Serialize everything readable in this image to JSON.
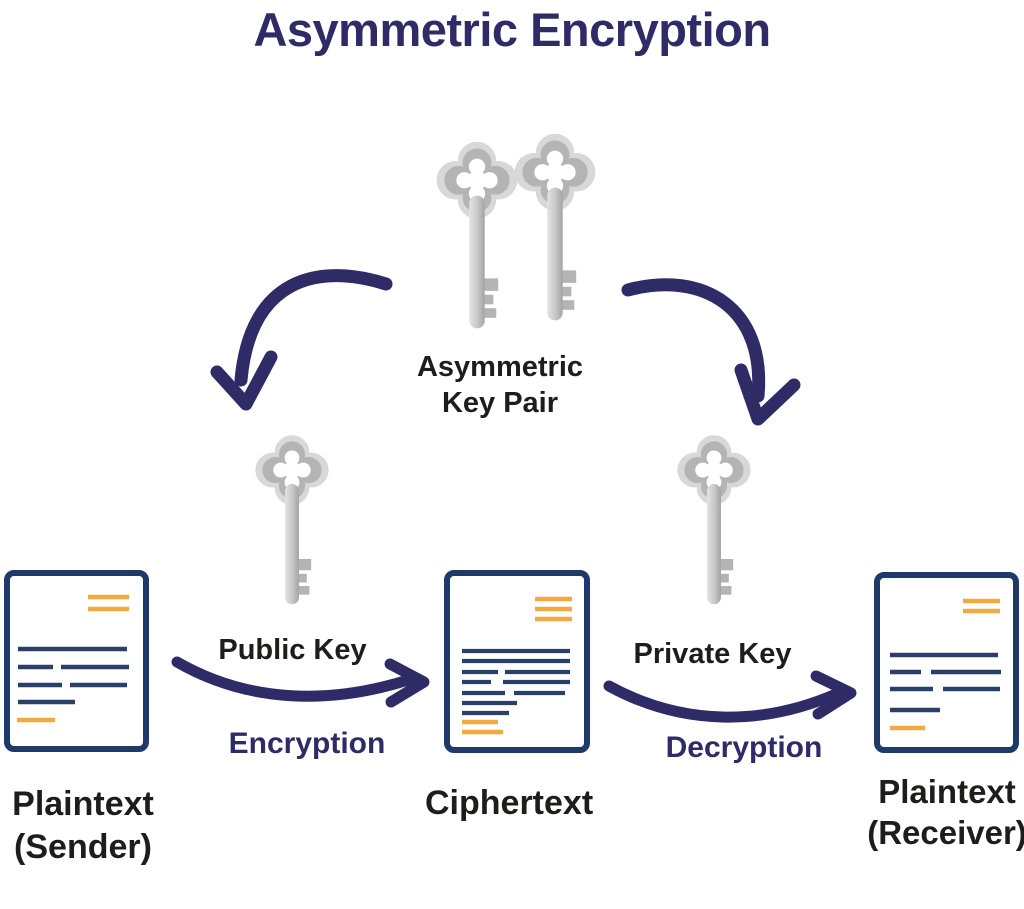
{
  "title": "Asymmetric Encryption",
  "colors": {
    "navy": "#2e2b67",
    "doc_border": "#1f3a68",
    "doc_line": "#2a4069",
    "orange": "#f2a93f",
    "key_light": "#d8d8d8",
    "key_mid": "#b4b4b4",
    "text_black": "#1d1d1b"
  },
  "key_pair": {
    "icon": "key-pair-icon",
    "line1": "Asymmetric",
    "line2": "Key Pair"
  },
  "keys": {
    "public": {
      "icon": "key-icon",
      "label": "Public Key"
    },
    "private": {
      "icon": "key-icon",
      "label": "Private Key"
    }
  },
  "documents": {
    "sender": {
      "icon": "document-icon",
      "line1": "Plaintext",
      "line2": "(Sender)"
    },
    "ciphertext": {
      "icon": "document-icon",
      "label": "Ciphertext"
    },
    "receiver": {
      "icon": "document-icon",
      "line1": "Plaintext",
      "line2": "(Receiver)"
    }
  },
  "flows": {
    "encryption": {
      "label": "Encryption"
    },
    "decryption": {
      "label": "Decryption"
    }
  }
}
